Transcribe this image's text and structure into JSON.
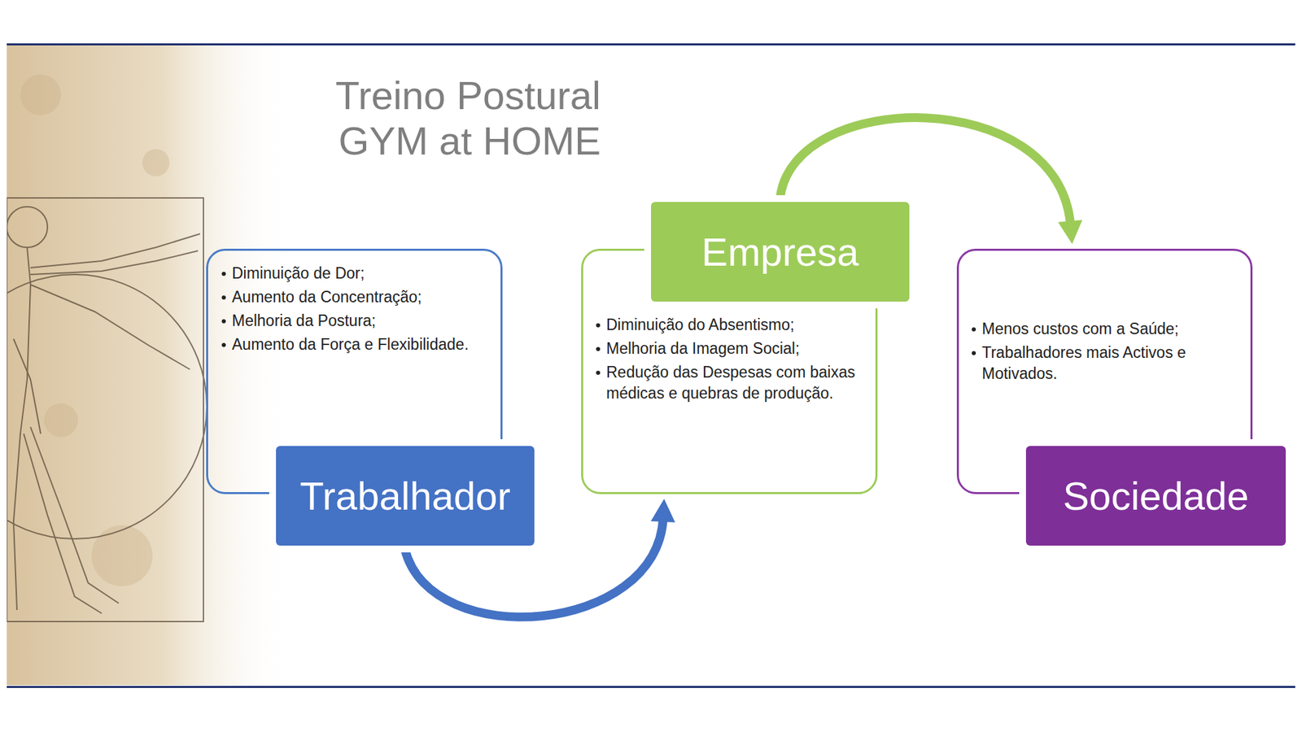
{
  "diagram": {
    "title": "Treino Postural GYM at HOME",
    "nodes": [
      {
        "text": [
          "Trabalhador",
          "Diminuição de Dor;",
          "Aumento da Concentração;",
          "Melhoria da Postura;",
          "Aumento da Força e Flexibilidade."
        ]
      },
      {
        "text": [
          "Empresa",
          "Diminuição do Absentismo;",
          "Melhoria da Imagem Social;",
          "Redução das Despesas com baixas médicas e quebras de produção."
        ]
      },
      {
        "text": [
          "Sociedade",
          "Menos custos com a Saúde;",
          "Trabalhadores mais Activos e Motivados."
        ]
      }
    ],
    "edges": [
      {
        "from": 0,
        "to": 1,
        "arrow": "to"
      },
      {
        "from": 1,
        "to": 2,
        "arrow": "to"
      }
    ]
  }
}
